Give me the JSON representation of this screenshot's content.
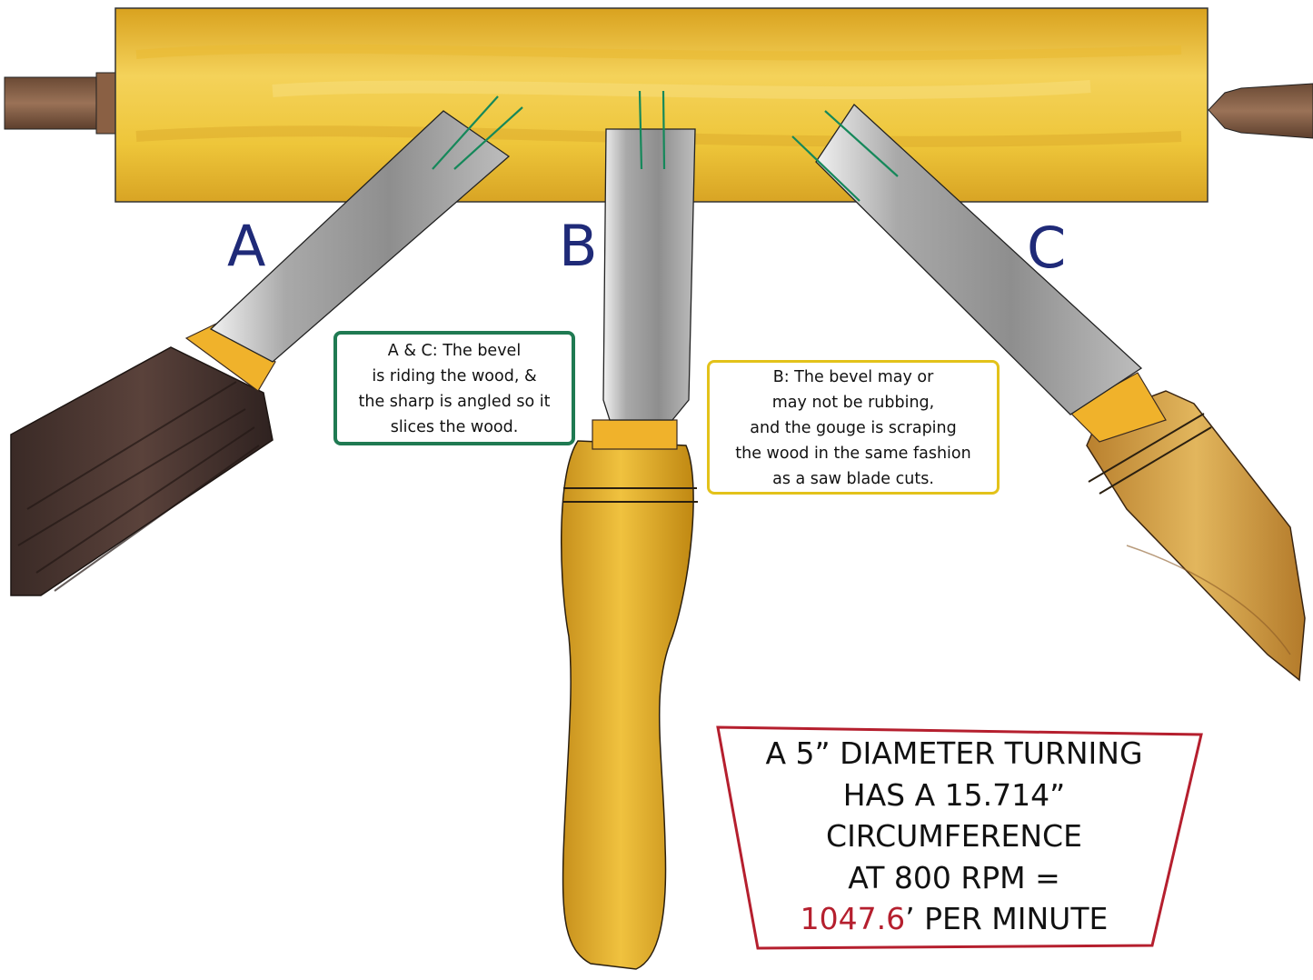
{
  "labels": {
    "a": "A",
    "b": "B",
    "c": "C"
  },
  "notes": {
    "ac": {
      "lines": [
        "A & C:  The bevel",
        "is riding the wood, &",
        "the sharp is angled so it",
        "slices the wood."
      ]
    },
    "b": {
      "lines": [
        "B:  The bevel may or",
        "may not be rubbing,",
        "and the gouge is scraping",
        "the wood in the same fashion",
        "as a saw blade cuts."
      ]
    }
  },
  "calc": {
    "line1": "A 5” DIAMETER TURNING",
    "line2": "HAS A 15.714”",
    "line3": "CIRCUMFERENCE",
    "line4": "AT 800 RPM =",
    "line5_value": "1047.6",
    "line5_rest": "’ PER MINUTE"
  },
  "colors": {
    "wood_stock": "#eec63a",
    "border_ac": "#1f7a52",
    "border_b": "#e3c21a",
    "border_calc": "#b51f2e",
    "letter": "#1f2a78",
    "accent": "#b51f2e"
  }
}
